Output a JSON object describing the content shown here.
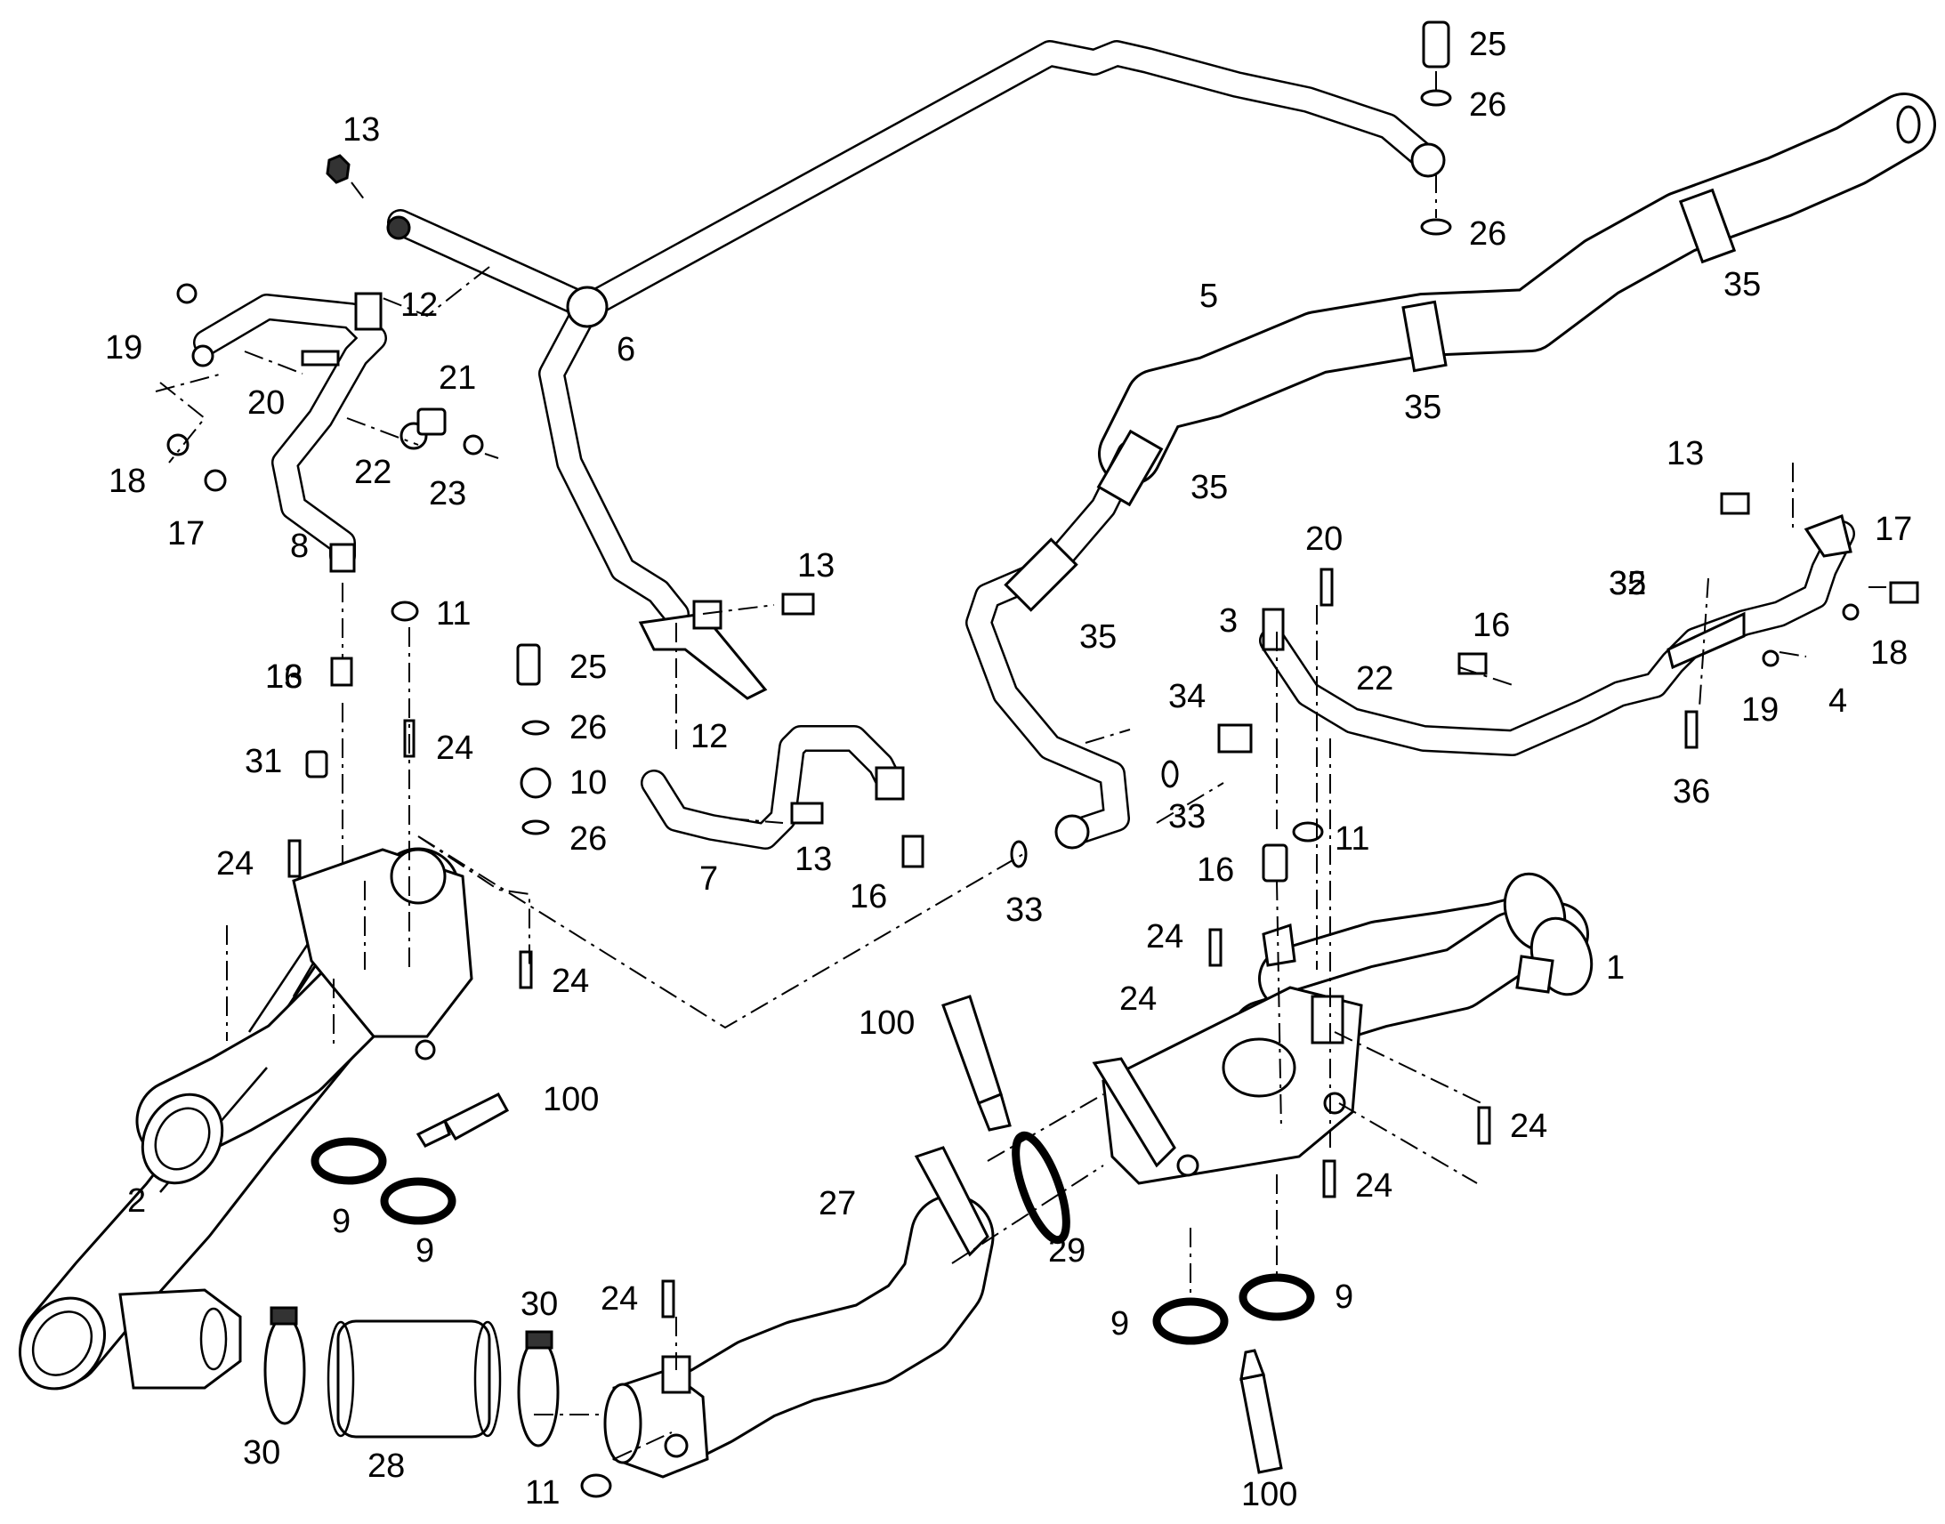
{
  "diagram": {
    "callouts": [
      "1",
      "2",
      "3",
      "4",
      "5",
      "6",
      "7",
      "8",
      "9",
      "9",
      "9",
      "9",
      "10",
      "11",
      "11",
      "11",
      "12",
      "12",
      "13",
      "13",
      "13",
      "13",
      "13",
      "16",
      "16",
      "16",
      "16",
      "17",
      "17",
      "18",
      "18",
      "19",
      "19",
      "20",
      "20",
      "21",
      "22",
      "22",
      "23",
      "24",
      "24",
      "24",
      "24",
      "24",
      "24",
      "24",
      "24",
      "25",
      "25",
      "26",
      "26",
      "26",
      "26",
      "27",
      "28",
      "29",
      "30",
      "30",
      "31",
      "32",
      "33",
      "33",
      "34",
      "35",
      "35",
      "35",
      "35",
      "35",
      "36",
      "100",
      "100",
      "100"
    ]
  }
}
